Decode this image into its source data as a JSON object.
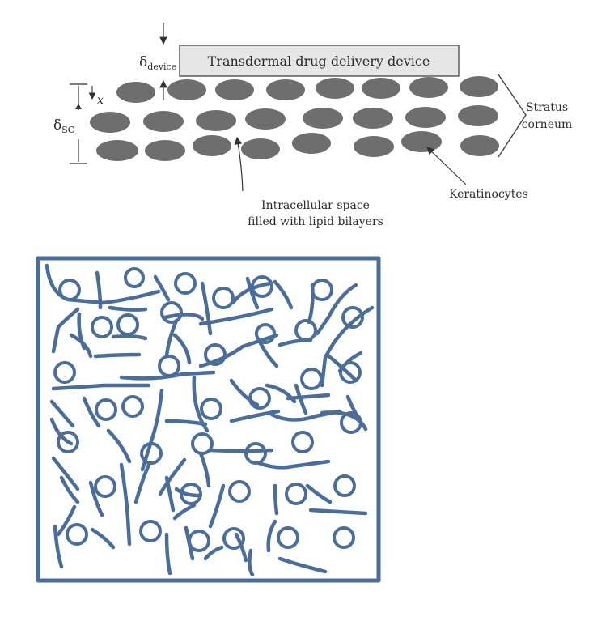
{
  "diagram": {
    "device_label": "Transdermal drug delivery device",
    "delta_device_symbol": "δ",
    "delta_device_sub": "device",
    "delta_sc_symbol": "δ",
    "delta_sc_sub": "SC",
    "x_label": "x",
    "stratum_label_line1": "Stratus",
    "stratum_label_line2": "corneum",
    "keratinocytes_label": "Keratinocytes",
    "intracellular_label_line1": "Intracellular space",
    "intracellular_label_line2": "filled with lipid bilayers"
  },
  "colors": {
    "keratinocyte_fill": "#6e6e6e",
    "device_fill": "#e6e6e6",
    "ink": "#3a3a3a",
    "lipid_blue": "#4a6d9a"
  },
  "icons": {
    "delta_device_arrow": "arrow-down-icon",
    "chevron": "chevron-right-icon",
    "pointer": "pointer-arrow-icon"
  }
}
